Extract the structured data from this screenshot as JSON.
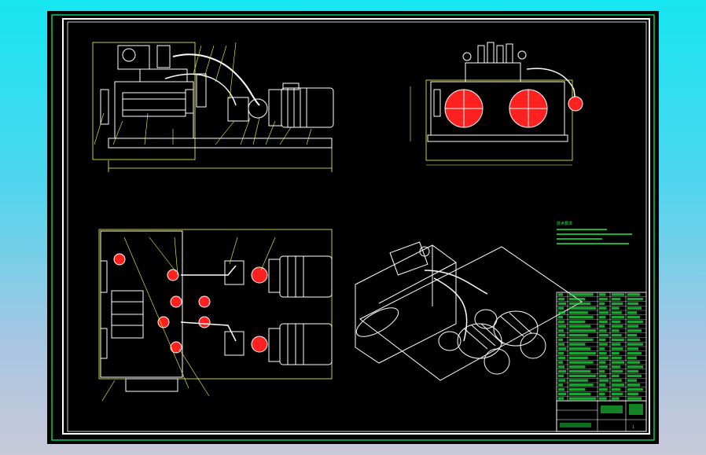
{
  "colors": {
    "background_top": "#16e6f0",
    "background_bottom": "#c9c9d9",
    "sheet": "#000000",
    "frame": "#ffffff",
    "inner_frame": "#00d060",
    "dimension": "#ffff44",
    "component": "#ffffff",
    "section_fill": "#ff2020",
    "bom_text": "#22ee44"
  },
  "drawing": {
    "views": [
      "front-view",
      "side-view",
      "top-view",
      "isometric-view"
    ],
    "technical_notes": {
      "heading": "技术要求",
      "lines": [
        "1.",
        "2.",
        "3.",
        "4."
      ]
    },
    "title_block": {
      "bom_rows": 24,
      "sheet_number": "1"
    }
  }
}
